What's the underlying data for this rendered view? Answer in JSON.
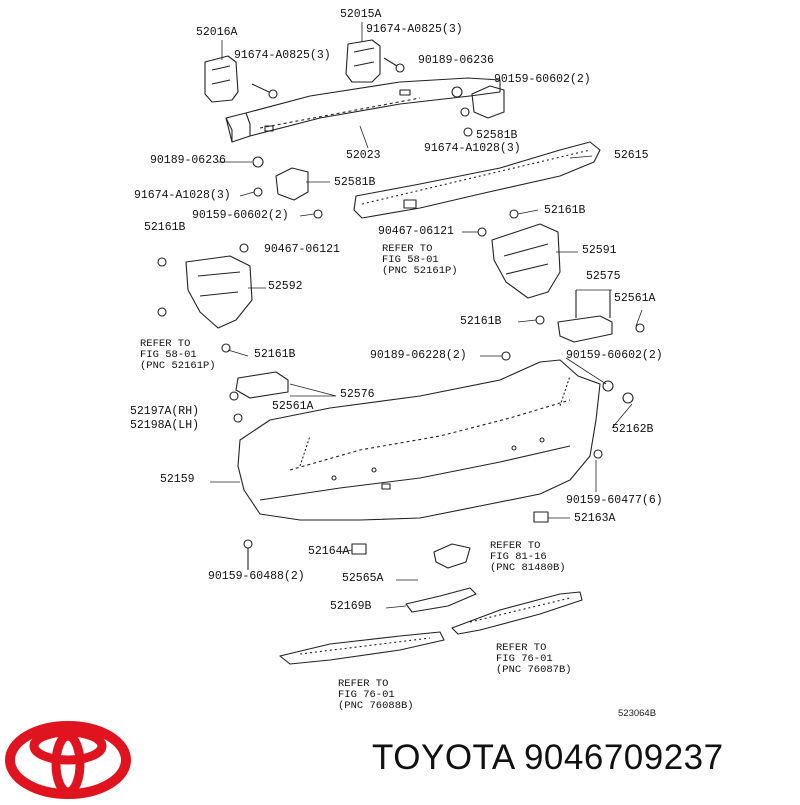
{
  "labels": {
    "p52016A": "52016A",
    "p52015A": "52015A",
    "p91674_a0825_left": "91674-A0825(3)",
    "p91674_a0825_right": "91674-A0825(3)",
    "p90189_06236_top": "90189-06236",
    "p90159_60602_top": "90159-60602(2)",
    "p52581B_top": "52581B",
    "p91674_a1028_right": "91674-A1028(3)",
    "p52023": "52023",
    "p52615": "52615",
    "p90189_06236_left": "90189-06236",
    "p52581B_left": "52581B",
    "p91674_a1028_left": "91674-A1028(3)",
    "p90159_60602_left": "90159-60602(2)",
    "p52161B_right_top": "52161B",
    "p52161B_left": "52161B",
    "p90467_06121_left": "90467-06121",
    "p90467_06121_right": "90467-06121",
    "p52591": "52591",
    "p52592": "52592",
    "p52575": "52575",
    "p52561A_right": "52561A",
    "p52161B_right_mid": "52161B",
    "p52161B_left_low": "52161B",
    "p90189_06228": "90189-06228(2)",
    "p90159_60602_right": "90159-60602(2)",
    "p52576": "52576",
    "p52561A_left": "52561A",
    "p52197A": "52197A(RH)",
    "p52198A": "52198A(LH)",
    "p52162B": "52162B",
    "p52159": "52159",
    "p90159_60477": "90159-60477(6)",
    "p52163A": "52163A",
    "p52164A": "52164A",
    "p90159_60488": "90159-60488(2)",
    "p52565A": "52565A",
    "p52169B": "52169B"
  },
  "refs": {
    "ref_58_right": [
      "REFER TO",
      "FIG 58-01",
      "(PNC 52161P)"
    ],
    "ref_58_left": [
      "REFER TO",
      "FIG 58-01",
      "(PNC 52161P)"
    ],
    "ref_81": [
      "REFER TO",
      "FIG 81-16",
      "(PNC 81480B)"
    ],
    "ref_76_right": [
      "REFER TO",
      "FIG 76-01",
      "(PNC 76087B)"
    ],
    "ref_76_left": [
      "REFER TO",
      "FIG 76-01",
      "(PNC 76088B)"
    ]
  },
  "figure_code": "523064B",
  "brand": {
    "text": "TOYOTA 9046709237",
    "color": "#e0141e"
  }
}
